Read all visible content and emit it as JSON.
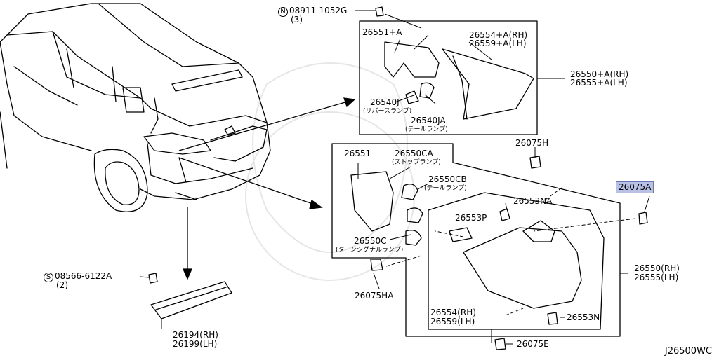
{
  "labels": {
    "p08911": "08911-1052G",
    "p08911_letter": "N",
    "p08911_qty": "(3)",
    "p26551A": "26551+A",
    "p26554A": "26554+A(RH)",
    "p26559A": "26559+A(LH)",
    "p26550A": "26550+A(RH)",
    "p26555A": "26555+A(LH)",
    "p26540J": "26540J",
    "p26540J_jp": "(リバースランプ)",
    "p26540JA": "26540JA",
    "p26540JA_jp": "(テールランプ)",
    "p26551": "26551",
    "p26550CA": "26550CA",
    "p26550CA_jp": "(ストップランプ)",
    "p26550CB": "26550CB",
    "p26550CB_jp": "(テールランプ)",
    "p26550C": "26550C",
    "p26550C_jp": "(ターンシグナルランプ)",
    "p26075H": "26075H",
    "p26075A": "26075A",
    "p26553NA": "26553NA",
    "p26553P": "26553P",
    "p26550": "26550(RH)",
    "p26555": "26555(LH)",
    "p26075HA": "26075HA",
    "p26554": "26554(RH)",
    "p26559": "26559(LH)",
    "p26553N": "26553N",
    "p26075E": "26075E",
    "p08566": "08566-6122A",
    "p08566_letter": "S",
    "p08566_qty": "(2)",
    "p26194": "26194(RH)",
    "p26199": "26199(LH)",
    "diagram_code": "J26500WC"
  },
  "colors": {
    "line": "#000000",
    "highlight": "#b9c2e6"
  }
}
